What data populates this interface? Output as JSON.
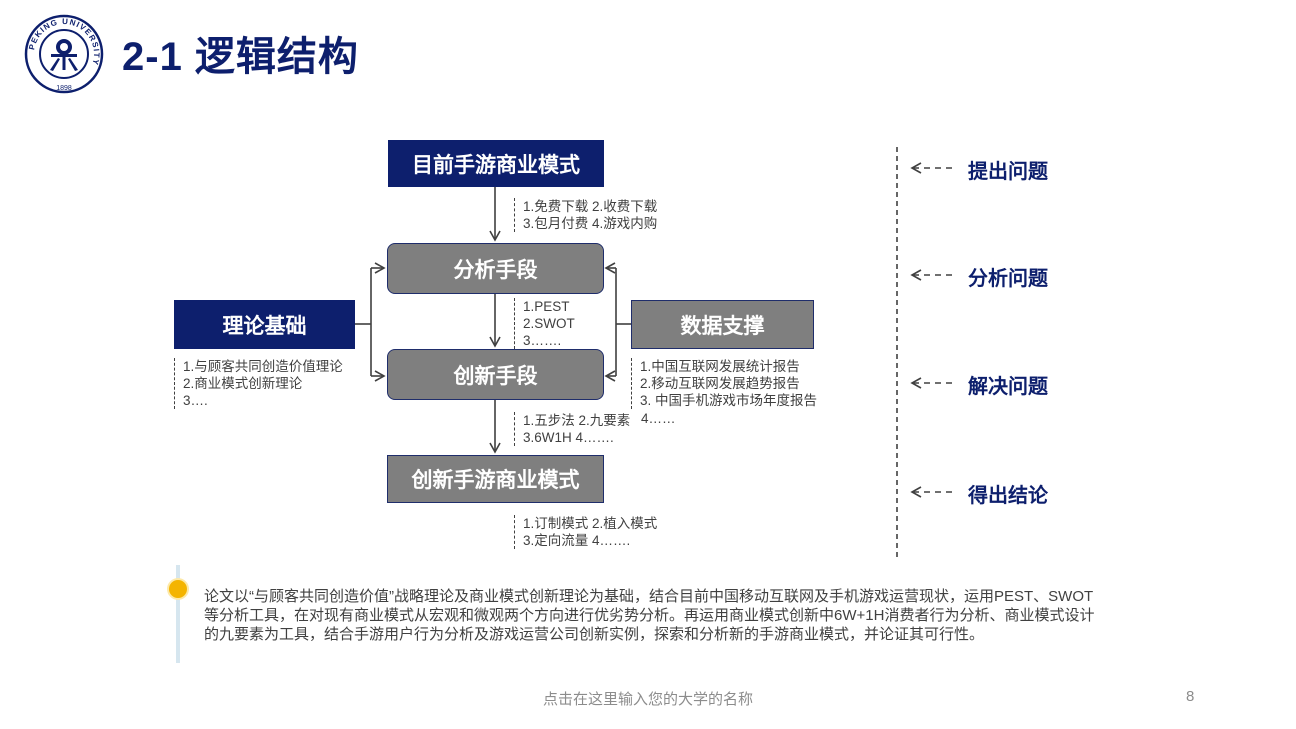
{
  "header": {
    "title": "2-1 逻辑结构",
    "logo": {
      "ring_text": "PEKING UNIVERSITY",
      "year": "1898"
    }
  },
  "diagram": {
    "main_boxes": [
      {
        "label": "目前手游商业模式"
      },
      {
        "label": "分析手段"
      },
      {
        "label": "创新手段"
      },
      {
        "label": "创新手游商业模式"
      }
    ],
    "side_boxes": {
      "theory": "理论基础",
      "data": "数据支撑"
    },
    "notes": {
      "current_models": [
        "1.免费下载   2.收费下载",
        "3.包月付费   4.游戏内购"
      ],
      "analysis_methods": [
        "1.PEST",
        "2.SWOT",
        "3……."
      ],
      "innovation_methods": [
        "1.五步法 2.九要素",
        "3.6W1H 4……."
      ],
      "innovation_extra": "4……",
      "new_models": [
        "1.订制模式   2.植入模式",
        "3.定向流量   4……."
      ],
      "theory": [
        "1.与顾客共同创造价值理论",
        "2.商业模式创新理论",
        "3…."
      ],
      "data": [
        "1.中国互联网发展统计报告",
        "2.移动互联网发展趋势报告",
        "3. 中国手机游戏市场年度报告"
      ]
    },
    "steps": [
      "提出问题",
      "分析问题",
      "解决问题",
      "得出结论"
    ]
  },
  "summary": "论文以“与顾客共同创造价值”战略理论及商业模式创新理论为基础，结合目前中国移动互联网及手机游戏运营现状，运用PEST、SWOT等分析工具，在对现有商业模式从宏观和微观两个方向进行优劣势分析。再运用商业模式创新中6W+1H消费者行为分析、商业模式设计的九要素为工具，结合手游用户行为分析及游戏运营公司创新实例，探索和分析新的手游商业模式，并论证其可行性。",
  "footer": {
    "text": "点击在这里输入您的大学的名称",
    "page": "8"
  },
  "colors": {
    "navy": "#0d1f6d",
    "gray_box": "#7f7f7f",
    "accent_dot": "#f4b400"
  }
}
